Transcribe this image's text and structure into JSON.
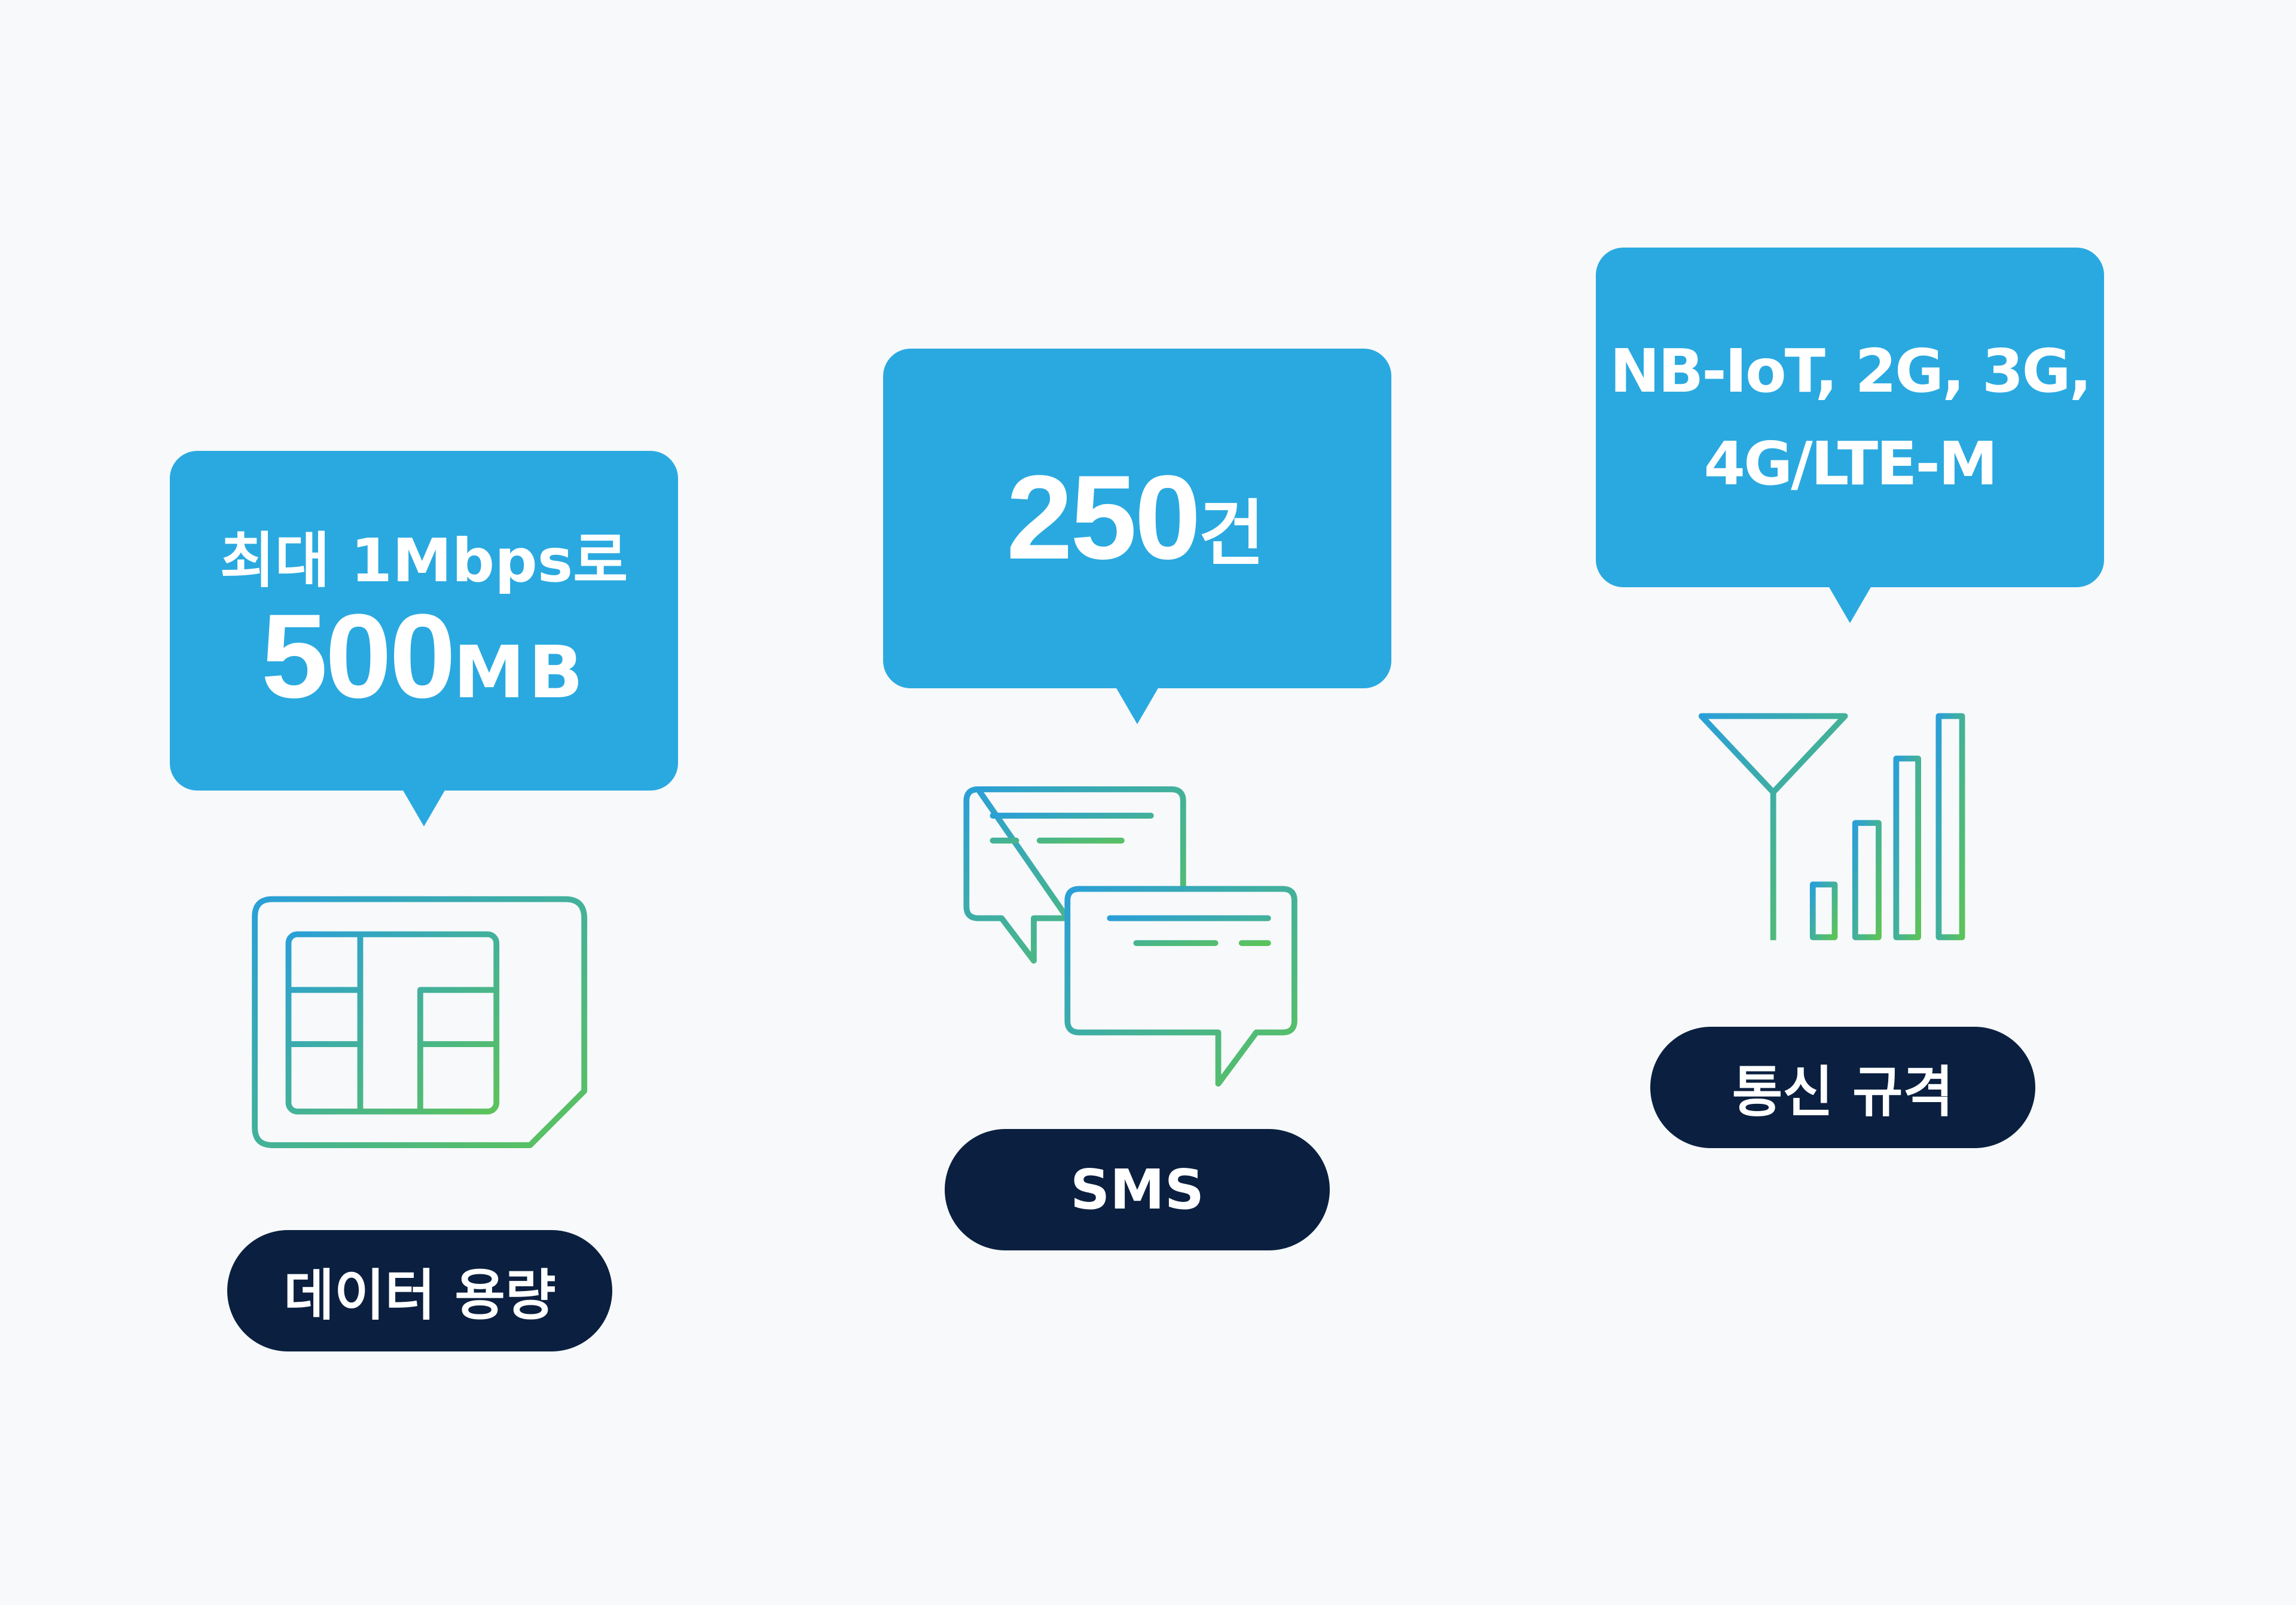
{
  "cards": [
    {
      "sub": "최대 1Mbps로",
      "value": "500",
      "unit": "MB",
      "label": "데이터 용량",
      "icon": "sim-card-icon"
    },
    {
      "value": "250",
      "unit": "건",
      "label": "SMS",
      "icon": "chat-bubbles-icon"
    },
    {
      "line1": "NB-IoT, 2G, 3G,",
      "line2": "4G/LTE-M",
      "label": "통신 규격",
      "icon": "antenna-signal-icon"
    }
  ],
  "colors": {
    "bubble": "#2aa9e0",
    "pill": "#0b2040",
    "gradient_start": "#2a9fd8",
    "gradient_end": "#5cc35a",
    "background": "#f7f9fb"
  }
}
